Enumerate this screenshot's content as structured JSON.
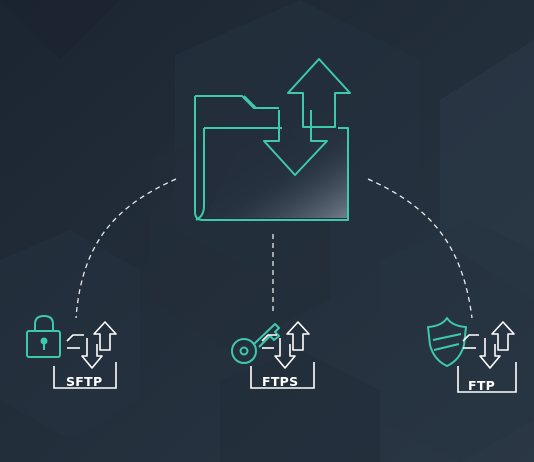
{
  "colors": {
    "background": "#1f2a36",
    "accent": "#3ec9ad",
    "line": "#ffffff",
    "label": "#ffffff"
  },
  "center": {
    "icon": "folder-transfer-icon"
  },
  "protocols": [
    {
      "label": "SFTP",
      "icon": "padlock-icon"
    },
    {
      "label": "FTPS",
      "icon": "key-icon"
    },
    {
      "label": "FTP",
      "icon": "shield-icon"
    }
  ]
}
